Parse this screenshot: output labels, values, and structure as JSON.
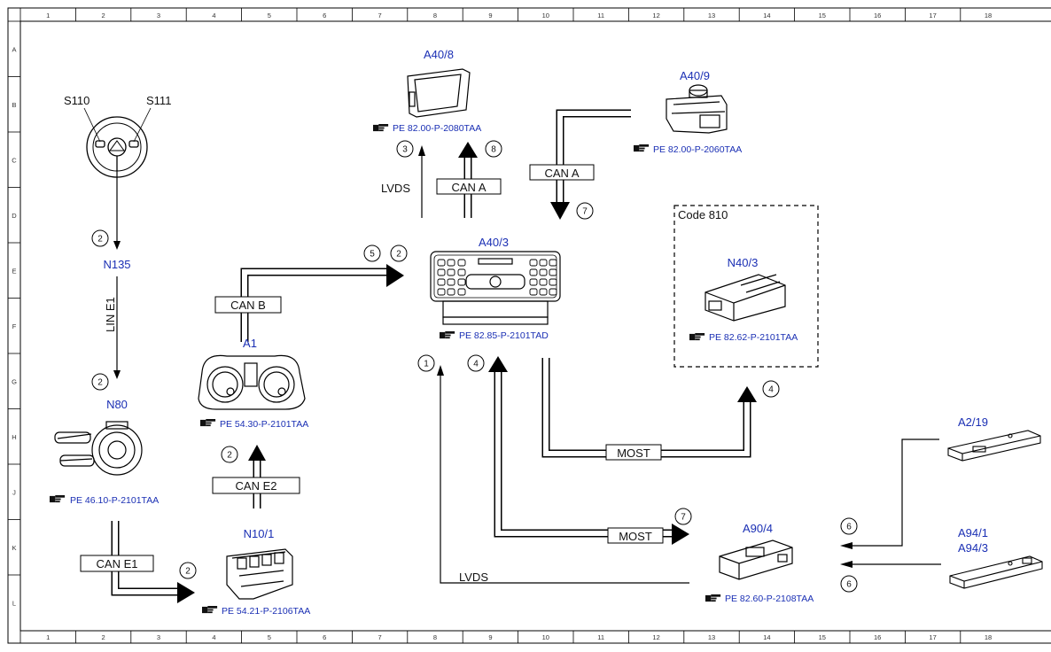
{
  "grid": {
    "columns": [
      "1",
      "2",
      "3",
      "4",
      "5",
      "6",
      "7",
      "8",
      "9",
      "10",
      "11",
      "12",
      "13",
      "14",
      "15",
      "16",
      "17",
      "18"
    ],
    "rows": [
      "A",
      "B",
      "C",
      "D",
      "E",
      "F",
      "G",
      "H",
      "J",
      "K",
      "L"
    ]
  },
  "components": {
    "s110": "S110",
    "s111": "S111",
    "n135": "N135",
    "n80": "N80",
    "a1": "A1",
    "n10_1": "N10/1",
    "a40_8": "A40/8",
    "a40_9": "A40/9",
    "a40_3": "A40/3",
    "n40_3": "N40/3",
    "a90_4": "A90/4",
    "a2_19": "A2/19",
    "a94_1": "A94/1",
    "a94_3": "A94/3"
  },
  "refs": {
    "a40_8": "PE 82.00-P-2080TAA",
    "a40_9": "PE 82.00-P-2060TAA",
    "a40_3": "PE 82.85-P-2101TAD",
    "n40_3": "PE 82.62-P-2101TAA",
    "a1": "PE 54.30-P-2101TAA",
    "n80": "PE 46.10-P-2101TAA",
    "n10_1": "PE 54.21-P-2106TAA",
    "a90_4": "PE 82.60-P-2108TAA"
  },
  "buses": {
    "can_a_1": "CAN A",
    "can_a_2": "CAN A",
    "can_b": "CAN B",
    "can_e1": "CAN E1",
    "can_e2": "CAN E2",
    "most_1": "MOST",
    "most_2": "MOST",
    "lvds_1": "LVDS",
    "lvds_2": "LVDS",
    "line_e1": "LIN E1"
  },
  "code_box": "Code 810",
  "circles": {
    "n135": "2",
    "n80": "2",
    "can_b_5": "5",
    "can_b_2": "2",
    "a40_8_3": "3",
    "a40_8_8": "8",
    "a40_9_7": "7",
    "a1_2": "2",
    "n10_1_2": "2",
    "a40_3_1": "1",
    "a40_3_4": "4",
    "n40_3_4": "4",
    "a90_4_7": "7",
    "a2_19_6": "6",
    "a94_6": "6"
  }
}
